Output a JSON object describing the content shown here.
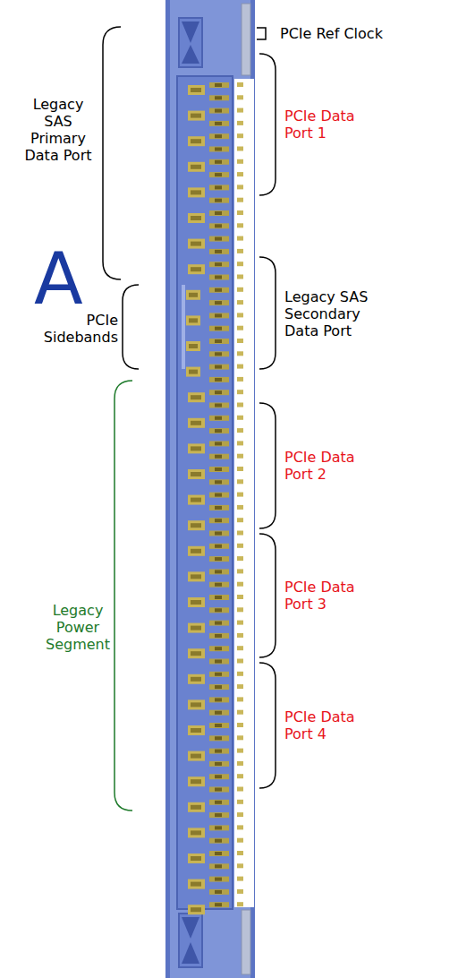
{
  "diagram": {
    "labels": [
      "A",
      "Legacy SAS Primary Data Port",
      "PCIe Sidebands",
      "Legacy Power Segment",
      "PCIe Ref Clock",
      "PCIe Data Port 1",
      "Legacy SAS Secondary Data Port",
      "PCIe Data Port 2",
      "PCIe Data Port 3",
      "PCIe Data Port 4"
    ]
  }
}
